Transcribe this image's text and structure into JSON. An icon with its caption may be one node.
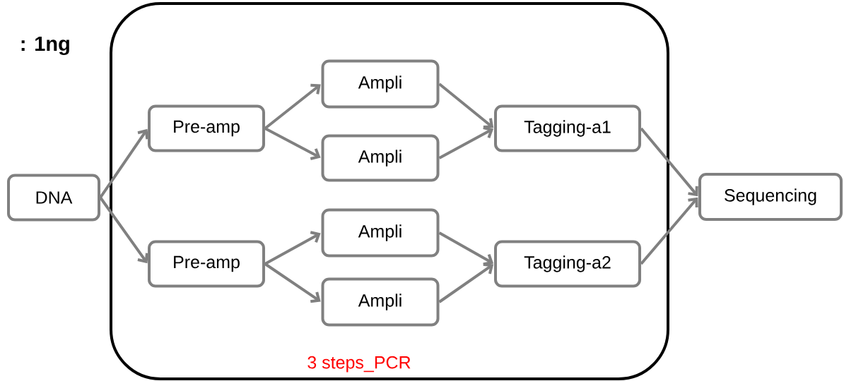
{
  "diagram": {
    "nodes": [
      {
        "text": [
          "DNA"
        ]
      },
      {
        "text": [
          "3 steps_PCR"
        ]
      },
      {
        "text": [
          "Pre-amp"
        ],
        "in": 1
      },
      {
        "text": [
          "Ampli"
        ],
        "in": 1
      },
      {
        "text": [
          "Ampli"
        ],
        "in": 1
      },
      {
        "text": [
          "Tagging-a1"
        ],
        "in": 1
      },
      {
        "text": [
          "Pre-amp"
        ],
        "in": 1
      },
      {
        "text": [
          "Ampli"
        ],
        "in": 1
      },
      {
        "text": [
          "Ampli"
        ],
        "in": 1
      },
      {
        "text": [
          "Tagging-a2"
        ],
        "in": 1
      },
      {
        "text": [
          "Sequencing"
        ]
      }
    ],
    "edges": [
      {
        "from": 0,
        "to": 2,
        "arrow": "to"
      },
      {
        "from": 0,
        "to": 6,
        "arrow": "to"
      },
      {
        "from": 2,
        "to": 3,
        "arrow": "to"
      },
      {
        "from": 2,
        "to": 4,
        "arrow": "to"
      },
      {
        "from": 6,
        "to": 7,
        "arrow": "to"
      },
      {
        "from": 6,
        "to": 8,
        "arrow": "to"
      },
      {
        "from": 3,
        "to": 5,
        "arrow": "to"
      },
      {
        "from": 4,
        "to": 5,
        "arrow": "to"
      },
      {
        "from": 7,
        "to": 9,
        "arrow": "to"
      },
      {
        "from": 8,
        "to": 9,
        "arrow": "to"
      },
      {
        "from": 5,
        "to": 10,
        "arrow": "to"
      },
      {
        "from": 9,
        "to": 10,
        "arrow": "to"
      }
    ],
    "labels": [
      ": 1ng"
    ]
  }
}
